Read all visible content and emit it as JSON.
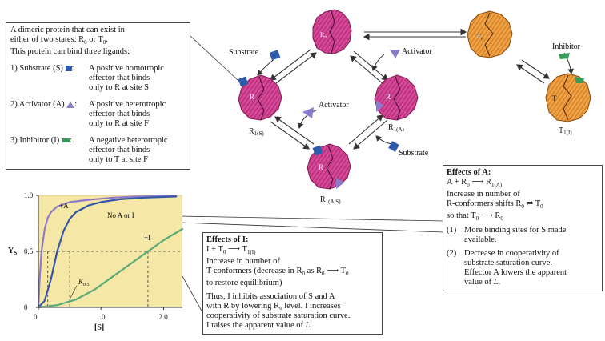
{
  "proteins": {
    "r0": "R₀",
    "t0": "T₀",
    "r_letter": "R",
    "t_letter": "T"
  },
  "labels": {
    "substrate": "Substrate",
    "activator": "Activator",
    "inhibitor": "Inhibitor"
  },
  "states": {
    "r1s_sub": "1(S)",
    "r1a_sub": "1(A)",
    "r1as_sub": "1(A,S)",
    "t1i_sub": "1(I)"
  },
  "desc": {
    "intro1": "A dimeric protein that can exist in",
    "intro2": "either of two states:",
    "intro3": "This protein can bind three ligands:",
    "items": [
      {
        "name": "1) Substrate (S)",
        "l1": "A positive homotropic",
        "l2": "effector that binds",
        "l3": "only to R at site S"
      },
      {
        "name": "2) Activator (A)",
        "l1": "A positive heterotropic",
        "l2": "effector that binds",
        "l3": "only to R at site F"
      },
      {
        "name": "3) Inhibitor (I)",
        "l1": "A negative heterotropic",
        "l2": "effector that binds",
        "l3": "only to T at site F"
      }
    ]
  },
  "effects_a": {
    "heading": "Effects of A:",
    "l1": "Increase in number of",
    "l2": "R-conformers shifts",
    "l3": "so that",
    "p1n": "(1)",
    "p1a": "More binding sites for S made",
    "p1b": "available.",
    "p2n": "(2)",
    "p2a": "Decrease in cooperativity of",
    "p2b": "substrate saturation curve.",
    "p2c": "Effector A lowers the apparent",
    "p2d": "value of",
    "p2e": "L"
  },
  "effects_i": {
    "heading": "Effects of I:",
    "l1": "Increase in number of",
    "l2": "T-conformers (decrease in",
    "l3": "to restore equilibrium)",
    "l4": "Thus, I inhibits association of S and A",
    "l5": "with R by lowering R₀ level. I increases",
    "l6": "cooperativity of substrate saturation curve.",
    "l7": "I raises the apparent value of",
    "l7b": "L"
  },
  "chart_data": {
    "type": "line",
    "xlabel": "[S]",
    "ylabel_main": "Y",
    "ylabel_sub": "S",
    "xlim": [
      0,
      2.3
    ],
    "ylim": [
      0,
      1.0
    ],
    "x_ticks": [
      "0",
      "1.0",
      "2.0"
    ],
    "y_ticks": [
      "0",
      "0.5",
      "1.0"
    ],
    "annotations": {
      "plus_a": "+A",
      "no_a_or_i": "No A or I",
      "plus_i": "+I",
      "k_main": "K",
      "k_sub": "0.5"
    },
    "series": [
      {
        "color": "#8f7cc8",
        "x": [
          0,
          0.02,
          0.05,
          0.1,
          0.15,
          0.2,
          0.3,
          0.5,
          0.8,
          1.2,
          1.6,
          2.2
        ],
        "y": [
          0,
          0.25,
          0.5,
          0.7,
          0.8,
          0.85,
          0.9,
          0.94,
          0.96,
          0.98,
          0.99,
          0.995
        ]
      },
      {
        "color": "#3457a8",
        "x": [
          0,
          0.1,
          0.2,
          0.3,
          0.4,
          0.5,
          0.6,
          0.8,
          1.0,
          1.3,
          1.7,
          2.2
        ],
        "y": [
          0,
          0.06,
          0.25,
          0.5,
          0.68,
          0.79,
          0.85,
          0.91,
          0.94,
          0.965,
          0.98,
          0.99
        ]
      },
      {
        "color": "#5aaa7a",
        "x": [
          0,
          0.3,
          0.6,
          0.9,
          1.2,
          1.5,
          1.75,
          2.0,
          2.3
        ],
        "y": [
          0,
          0.02,
          0.07,
          0.16,
          0.28,
          0.4,
          0.5,
          0.6,
          0.7
        ]
      }
    ],
    "k05_markers": [
      {
        "x": 0.15,
        "y": 0.5
      },
      {
        "x": 0.5,
        "y": 0.5
      },
      {
        "x": 1.75,
        "y": 0.5
      }
    ]
  }
}
